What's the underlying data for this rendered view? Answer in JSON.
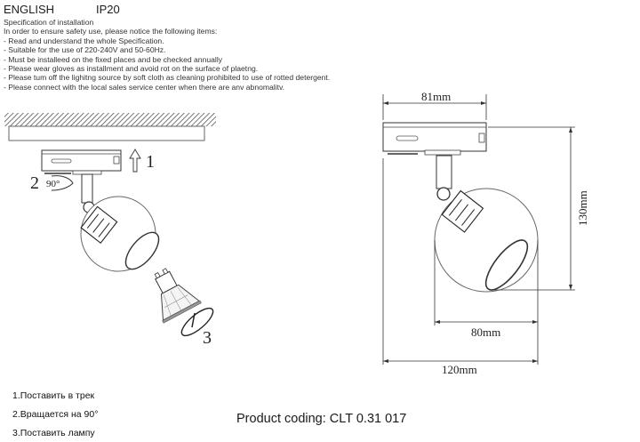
{
  "header": {
    "language": "ENGLISH",
    "ip_rating": "IP20"
  },
  "specification": {
    "title": "Specification of installation",
    "intro": "In order to ensure safety use, please notice the following items:",
    "items": [
      "- Read and understand the whole Specification.",
      "- Suitable for the use of 220-240V and 50-60Hz.",
      "- Must be installeed on the fixed places and be checked annually",
      "- Please wear gloves as installment and avoid rot on the surface of plaetng.",
      "- Please tum off the lighitng source by soft cloth as cleaning prohibited to use of rotted detergent.",
      "- Please connect with the local sales service center when there are anv abnomalitv."
    ]
  },
  "installation_diagram": {
    "step_markers": [
      "1",
      "2",
      "3"
    ],
    "rotation_label": "90°"
  },
  "dimension_diagram": {
    "adapter_width": "81mm",
    "height": "130mm",
    "shade_diameter": "80mm",
    "total_width": "120mm"
  },
  "steps_ru": [
    "1.Поставить в трек",
    "2.Вращается на 90°",
    "3.Поставить лампу"
  ],
  "product": {
    "coding": "Product coding: CLT 0.31 017"
  }
}
